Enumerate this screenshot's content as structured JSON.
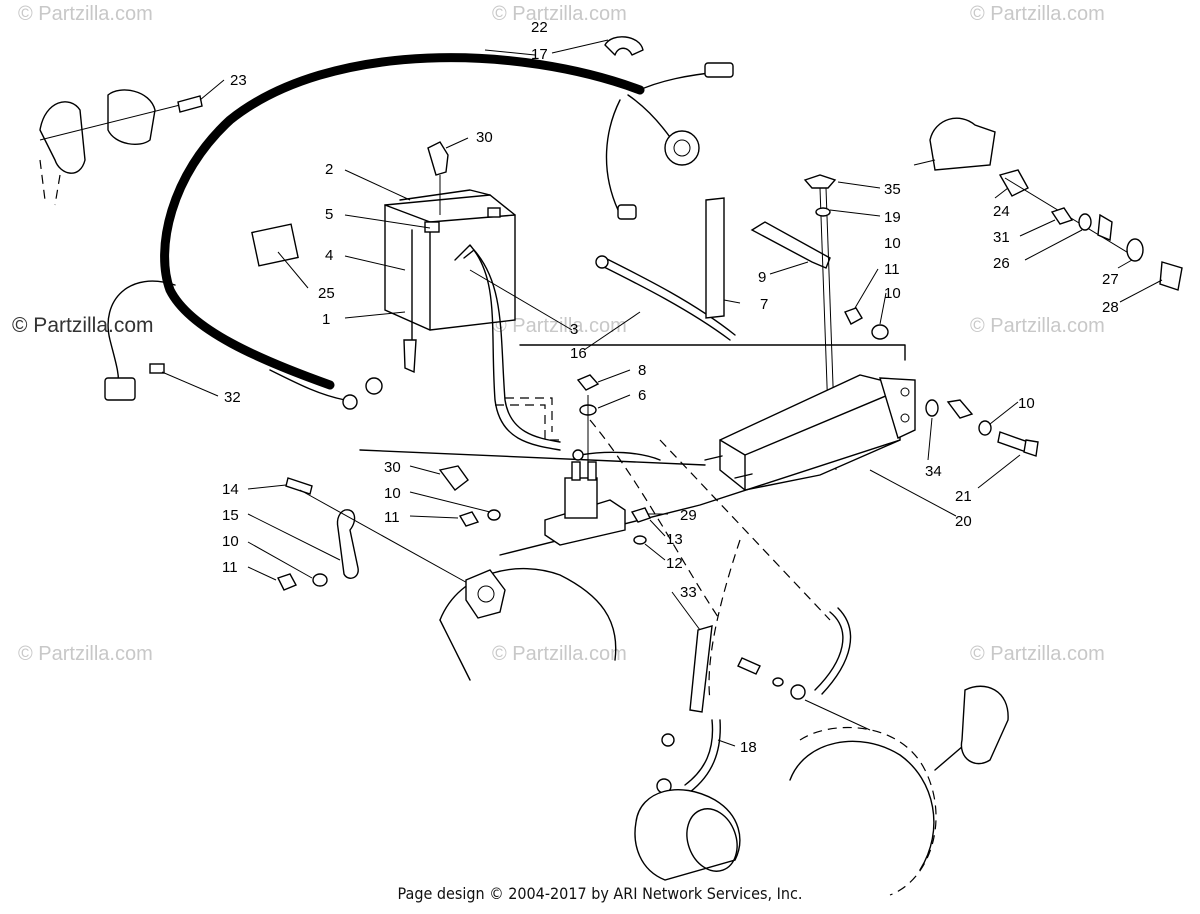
{
  "watermarks": [
    "© Partzilla.com",
    "© Partzilla.com",
    "© Partzilla.com",
    "© Partzilla.com",
    "© Partzilla.com",
    "© Partzilla.com",
    "© Partzilla.com",
    "© Partzilla.com",
    "© Partzilla.com"
  ],
  "watermark_overlay": "© Partzilla.com",
  "callouts": [
    {
      "label": "1"
    },
    {
      "label": "2"
    },
    {
      "label": "3"
    },
    {
      "label": "4"
    },
    {
      "label": "5"
    },
    {
      "label": "6"
    },
    {
      "label": "7"
    },
    {
      "label": "8"
    },
    {
      "label": "9"
    },
    {
      "label": "10"
    },
    {
      "label": "10"
    },
    {
      "label": "10"
    },
    {
      "label": "10"
    },
    {
      "label": "10"
    },
    {
      "label": "11"
    },
    {
      "label": "11"
    },
    {
      "label": "11"
    },
    {
      "label": "12"
    },
    {
      "label": "13"
    },
    {
      "label": "14"
    },
    {
      "label": "15"
    },
    {
      "label": "16"
    },
    {
      "label": "17"
    },
    {
      "label": "18"
    },
    {
      "label": "19"
    },
    {
      "label": "20"
    },
    {
      "label": "21"
    },
    {
      "label": "22"
    },
    {
      "label": "23"
    },
    {
      "label": "24"
    },
    {
      "label": "25"
    },
    {
      "label": "26"
    },
    {
      "label": "27"
    },
    {
      "label": "28"
    },
    {
      "label": "29"
    },
    {
      "label": "30"
    },
    {
      "label": "30"
    },
    {
      "label": "31"
    },
    {
      "label": "32"
    },
    {
      "label": "33"
    },
    {
      "label": "34"
    },
    {
      "label": "35"
    }
  ],
  "footer": "Page design © 2004-2017 by ARI Network Services, Inc."
}
